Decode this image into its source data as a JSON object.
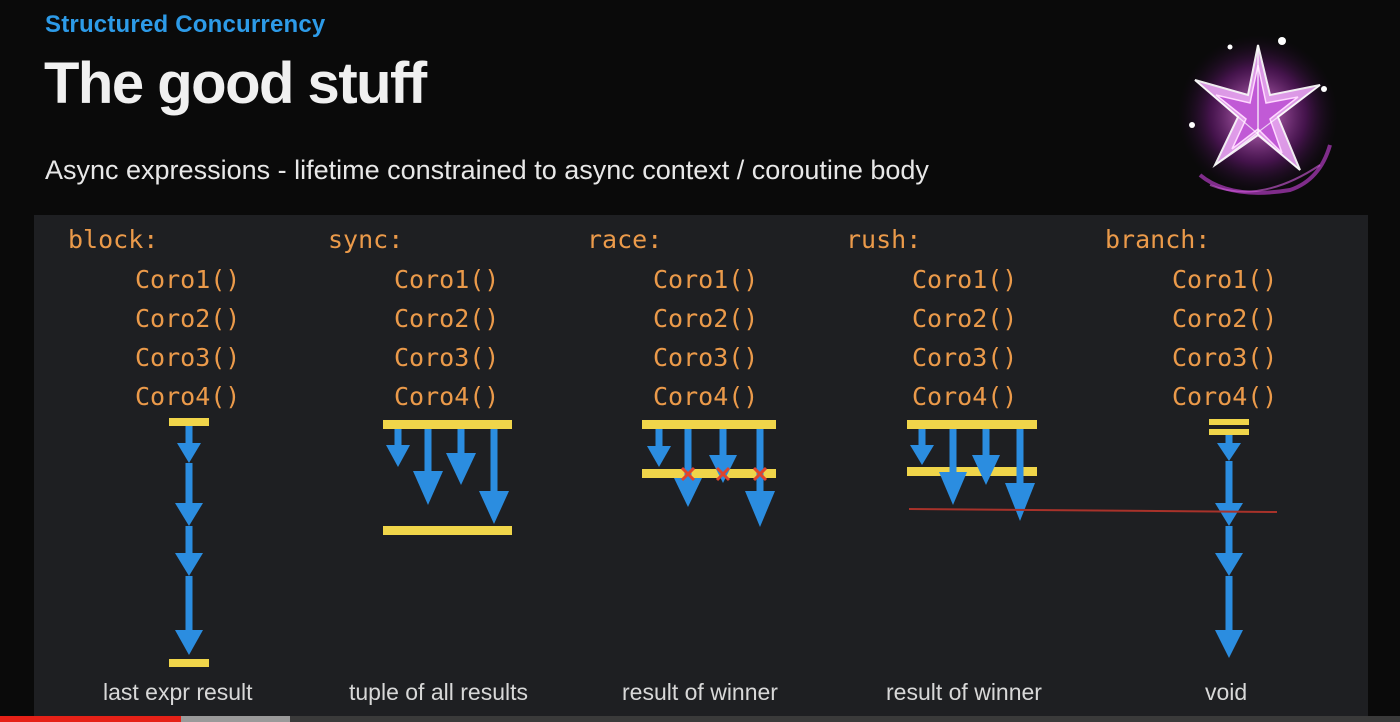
{
  "slide": {
    "kicker": "Structured Concurrency",
    "title": "The good stuff",
    "subtitle": "Async expressions - lifetime constrained to async context / coroutine body"
  },
  "columns": [
    {
      "keyword": "block:",
      "coros": [
        "Coro1()",
        "Coro2()",
        "Coro3()",
        "Coro4()"
      ],
      "result": "last expr result"
    },
    {
      "keyword": "sync:",
      "coros": [
        "Coro1()",
        "Coro2()",
        "Coro3()",
        "Coro4()"
      ],
      "result": "tuple of all results"
    },
    {
      "keyword": "race:",
      "coros": [
        "Coro1()",
        "Coro2()",
        "Coro3()",
        "Coro4()"
      ],
      "result": "result of winner"
    },
    {
      "keyword": "rush:",
      "coros": [
        "Coro1()",
        "Coro2()",
        "Coro3()",
        "Coro4()"
      ],
      "result": "result of winner"
    },
    {
      "keyword": "branch:",
      "coros": [
        "Coro1()",
        "Coro2()",
        "Coro3()",
        "Coro4()"
      ],
      "result": "void"
    }
  ],
  "colors": {
    "accent": "#2d9be8",
    "code": "#eb9a4a",
    "bar": "#f0d54a",
    "arrow": "#2b8de0",
    "cancel": "#e0452c",
    "line": "#a8322a"
  },
  "icons": {
    "logo": "sparkle-star-icon"
  },
  "video": {
    "progress": 0.129,
    "buffered": 0.207
  }
}
